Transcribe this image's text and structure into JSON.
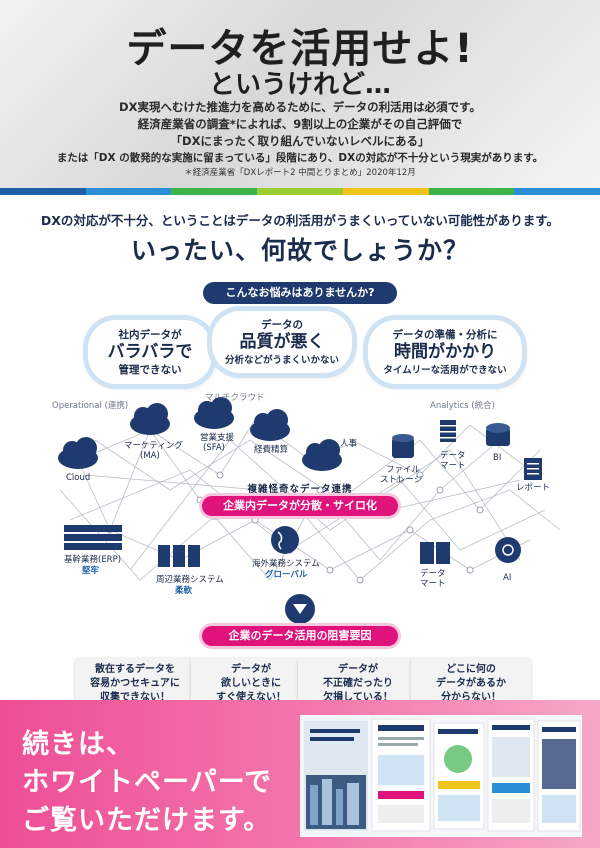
{
  "header": {
    "title": "データを活用せよ!",
    "subtitle": "というけれど…",
    "lines": [
      "DX実現へむけた推進力を高めるために、データの利活用は必須です。",
      "経済産業省の調査*によれば、9割以上の企業がその自己評価で",
      "「DXにまったく取り組んでいないレベルにある」",
      "または「DX の散発的な実施に留まっている」段階にあり、DXの対応が不十分という現実があります。"
    ],
    "note": "＊経済産業省「DXレポート2 中間とりまとめ」2020年12月"
  },
  "stripe_colors": [
    "#1f5fa8",
    "#2b8fd6",
    "#3cb44b",
    "#9acd32",
    "#f0c419",
    "#3cb44b",
    "#2b8fd6"
  ],
  "section": {
    "lead": "DXの対応が不十分、ということはデータの利活用がうまくいっていない可能性があります。",
    "question": "いったい、何故でしょうか？",
    "worry_pill": "こんなお悩みはありませんか?"
  },
  "bubbles": [
    {
      "small_top": "社内データが",
      "large": "バラバラで",
      "small_bottom": "管理できない"
    },
    {
      "small_top": "データの",
      "large": "品質が悪く",
      "small_bottom": "分析などがうまくいかない"
    },
    {
      "small_top": "データの準備・分析に",
      "large": "時間がかかり",
      "small_bottom": "タイムリーな活用ができない"
    }
  ],
  "diagram": {
    "operational_label": "Operational (連携)",
    "multicloud_label": "マルチクラウド",
    "analytics_label": "Analytics (統合)",
    "cloud": "Cloud",
    "marketing": [
      "マーケティング",
      "(MA)"
    ],
    "sales": [
      "営業支援",
      "(SFA)"
    ],
    "accounting": "経費精算",
    "hr": "人事",
    "file_storage": [
      "ファイル",
      "ストレージ"
    ],
    "data_mart_top": [
      "データ",
      "マート"
    ],
    "bi": "BI",
    "report": "レポート",
    "erp": [
      "基幹業務(ERP)",
      "堅牢"
    ],
    "peripheral": [
      "周辺業務システム",
      "柔軟"
    ],
    "overseas": [
      "海外業務システム",
      "グローバル"
    ],
    "data_mart_bottom": [
      "データ",
      "マート"
    ],
    "ai": "AI",
    "complex_label": "複雑怪奇なデータ連携",
    "silo_pill": "企業内データが分散・サイロ化"
  },
  "obstacles": {
    "pill": "企業のデータ活用の阻害要因",
    "items": [
      [
        "散在するデータを",
        "容易かつセキュアに",
        "収集できない！"
      ],
      [
        "データが",
        "欲しいときに",
        "すぐ使えない！"
      ],
      [
        "データが",
        "不正確だったり",
        "欠損している！"
      ],
      [
        "どこに何の",
        "データがあるか",
        "分からない！"
      ]
    ]
  },
  "footer": {
    "cta_lines": [
      "続きは、",
      "ホワイトペーパーで",
      "ご覧いただけます。"
    ]
  }
}
